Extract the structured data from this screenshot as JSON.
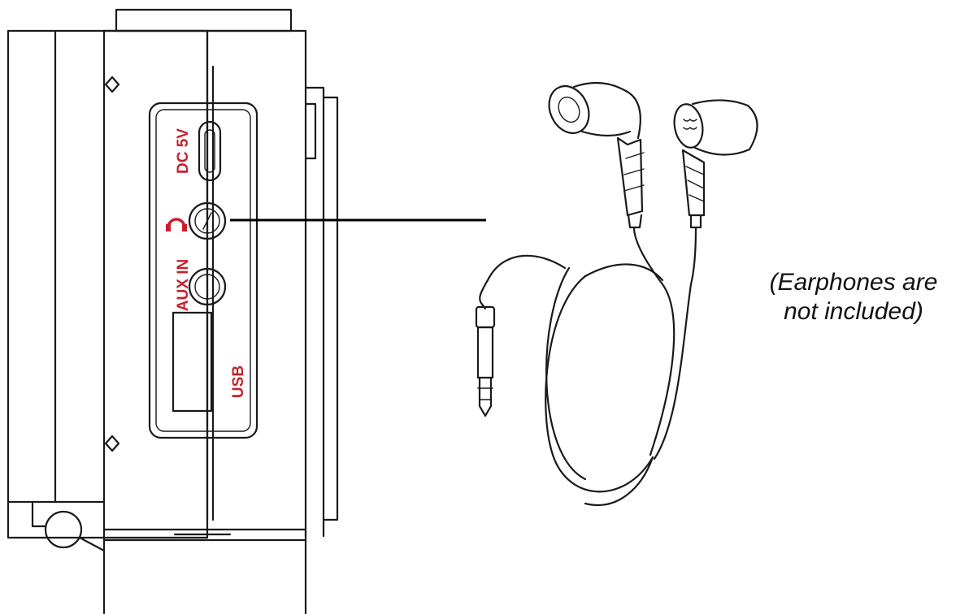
{
  "ports": {
    "dc": "DC 5V",
    "aux": "AUX IN",
    "usb": "USB",
    "headphone_icon": "headphone-icon"
  },
  "note": {
    "line1": "(Earphones are",
    "line2": "not included)"
  },
  "colors": {
    "label_red": "#c8202a",
    "line": "#1a1a1a"
  }
}
